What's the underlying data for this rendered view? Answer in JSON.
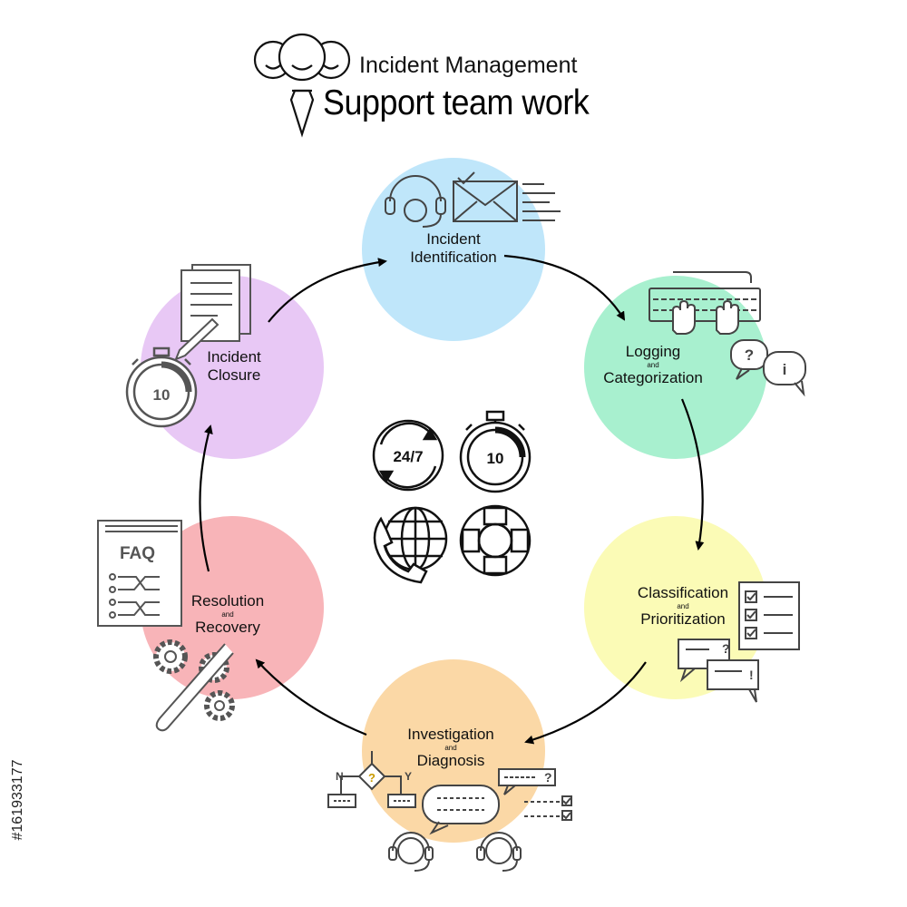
{
  "header": {
    "subtitle": "Incident Management",
    "title": "Support team work"
  },
  "stages": [
    {
      "id": "identification",
      "line1": "Incident",
      "line2": "Identification",
      "color": "#bfe6fa"
    },
    {
      "id": "logging",
      "line1": "Logging",
      "joiner": "and",
      "line2": "Categorization",
      "color": "#a8f0cf"
    },
    {
      "id": "classification",
      "line1": "Classification",
      "joiner": "and",
      "line2": "Prioritization",
      "color": "#fbfbb6"
    },
    {
      "id": "investigation",
      "line1": "Investigation",
      "joiner": "and",
      "line2": "Diagnosis",
      "color": "#fbd8a6"
    },
    {
      "id": "resolution",
      "line1": "Resolution",
      "joiner": "and",
      "line2": "Recovery",
      "color": "#f8b4b8"
    },
    {
      "id": "closure",
      "line1": "Incident",
      "line2": "Closure",
      "color": "#e8c8f5"
    }
  ],
  "center_icons": {
    "availability": "24/7",
    "timer": "10"
  },
  "icons": {
    "team": "team-avatars-icon",
    "headset": "headset-icon",
    "mail": "envelope-icon",
    "keyboard": "keyboard-icon",
    "chat": "speech-bubble-icon",
    "checklist": "checklist-icon",
    "flowchart": "flowchart-icon",
    "faq": "faq-book-icon",
    "gears": "gears-tools-icon",
    "document": "document-pen-icon",
    "stopwatch": "stopwatch-icon",
    "globe": "phone-globe-icon",
    "lifebuoy": "lifebuoy-icon"
  },
  "labels": {
    "faq": "FAQ",
    "flow_no": "N",
    "flow_yes": "Y",
    "question": "?",
    "exclaim": "!",
    "info": "i",
    "closure_timer": "10"
  },
  "stamp": "#161933177"
}
